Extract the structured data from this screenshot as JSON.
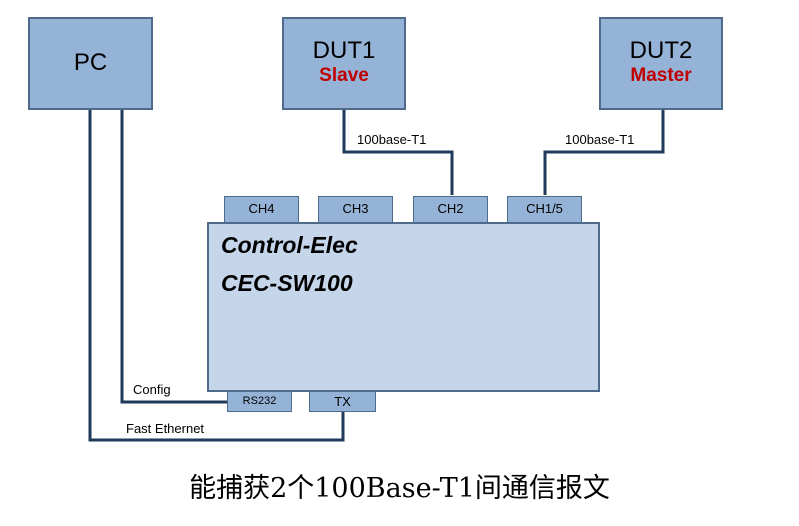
{
  "nodes": {
    "pc": {
      "title": "PC"
    },
    "dut1": {
      "title": "DUT1",
      "role": "Slave"
    },
    "dut2": {
      "title": "DUT2",
      "role": "Master"
    }
  },
  "device": {
    "name_line1": "Control-Elec",
    "name_line2": "CEC-SW100",
    "ports_top": [
      "CH4",
      "CH3",
      "CH2",
      "CH1/5"
    ],
    "port_rs232": "RS232",
    "port_tx": "TX"
  },
  "links": {
    "dut1": "100base-T1",
    "dut2": "100base-T1",
    "config": "Config",
    "ethernet": "Fast Ethernet"
  },
  "caption": "能捕获2个100Base-T1间通信报文",
  "colors": {
    "box_fill": "#95b3d7",
    "device_fill": "#c5d5ea",
    "border": "#4f6b8c",
    "wire": "#1f3a5a",
    "role_text": "#c00000",
    "arrow_red": "#e31a1c",
    "arrow_green": "#22aa44"
  }
}
